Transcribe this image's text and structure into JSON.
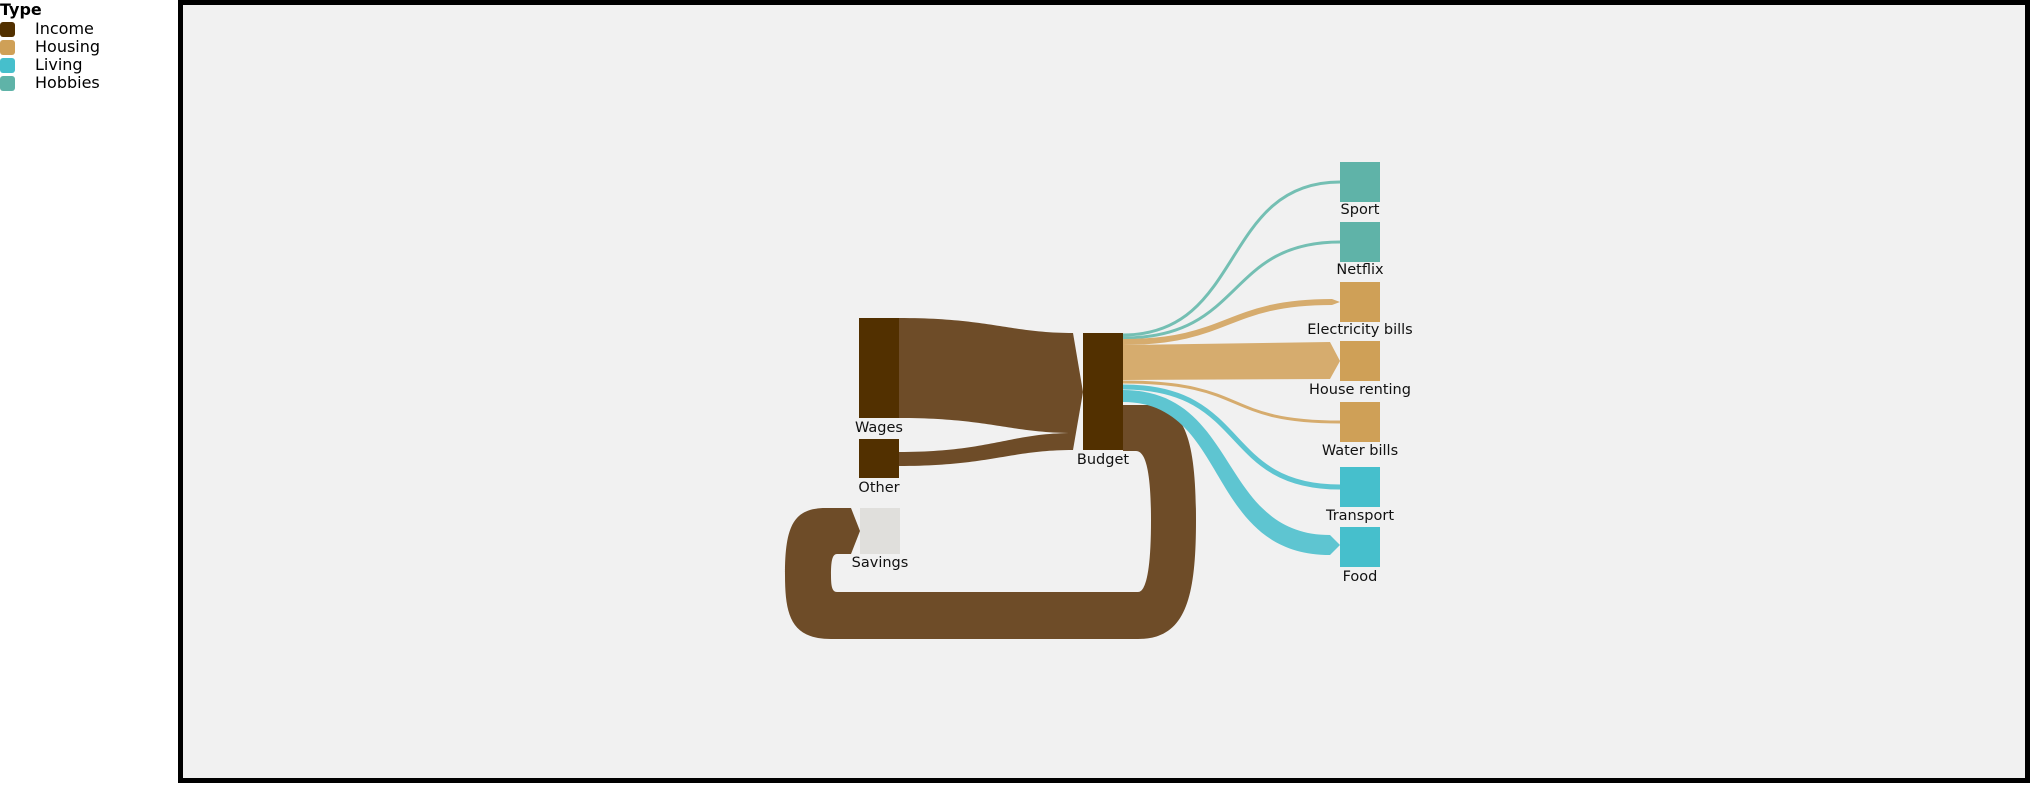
{
  "legend": {
    "title": "Type",
    "items": [
      {
        "label": "Income",
        "color": "#523000"
      },
      {
        "label": "Housing",
        "color": "#cfa057"
      },
      {
        "label": "Living",
        "color": "#46bfcc"
      },
      {
        "label": "Hobbies",
        "color": "#5fb3a8"
      }
    ]
  },
  "nodes": {
    "wages": {
      "label": "Wages",
      "type": "Income",
      "color": "#523000"
    },
    "other": {
      "label": "Other",
      "type": "Income",
      "color": "#523000"
    },
    "budget": {
      "label": "Budget",
      "type": "Income",
      "color": "#523000"
    },
    "savings": {
      "label": "Savings",
      "type": "",
      "color": "#e0dfdc"
    },
    "sport": {
      "label": "Sport",
      "type": "Hobbies",
      "color": "#5fb3a8"
    },
    "netflix": {
      "label": "Netflix",
      "type": "Hobbies",
      "color": "#5fb3a8"
    },
    "electricity": {
      "label": "Electricity bills",
      "type": "Housing",
      "color": "#cfa057"
    },
    "house": {
      "label": "House renting",
      "type": "Housing",
      "color": "#cfa057"
    },
    "water": {
      "label": "Water bills",
      "type": "Housing",
      "color": "#cfa057"
    },
    "transport": {
      "label": "Transport",
      "type": "Living",
      "color": "#46bfcc"
    },
    "food": {
      "label": "Food",
      "type": "Living",
      "color": "#46bfcc"
    }
  },
  "link_colors": {
    "income": "#6e4c28",
    "housing": "#d6ac6e",
    "living": "#5ec5d1",
    "hobbies": "#74bfb3"
  }
}
